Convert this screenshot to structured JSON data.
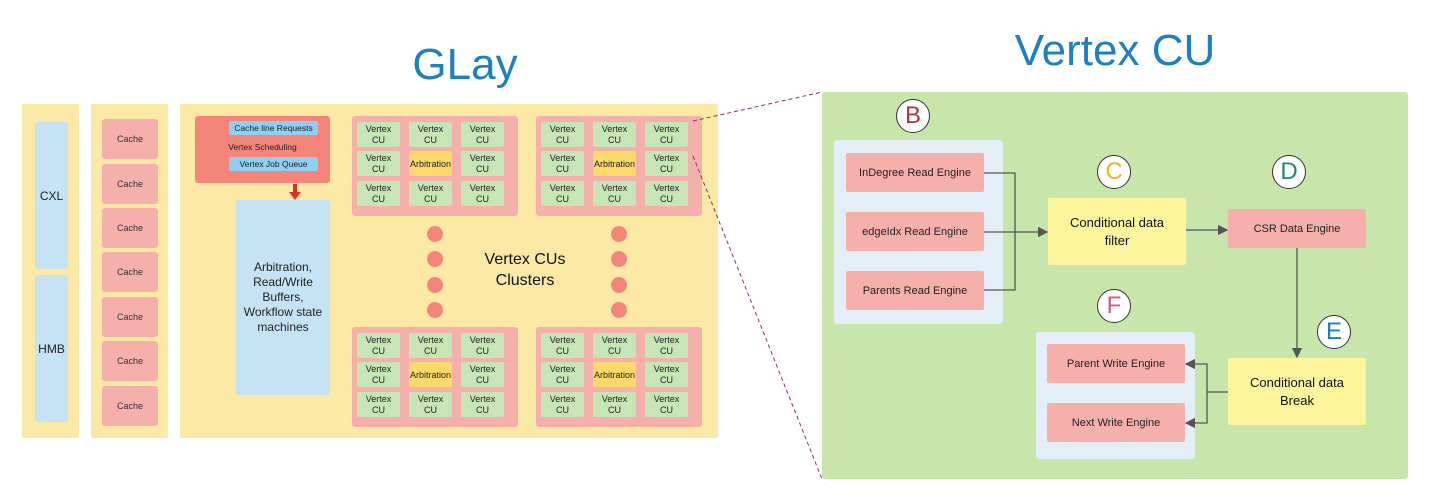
{
  "glay": {
    "title": "GLay",
    "memory": {
      "cxl": "CXL",
      "hmb": "HMB"
    },
    "caches": [
      "Cache",
      "Cache",
      "Cache",
      "Cache",
      "Cache",
      "Cache",
      "Cache"
    ],
    "scheduler": {
      "cache_line_requests": "Cache line Requests",
      "vertex_scheduling": "Vertex Scheduling",
      "vertex_job_queue": "Vertex Job Queue"
    },
    "arbitration_box": "Arbitration, Read/Write Buffers, Workflow state machines",
    "clusters_label": "Vertex CUs Clusters",
    "cu_label_line1": "Vertex",
    "cu_label_line2": "CU",
    "arbitration_label": "Arbitration"
  },
  "vertex_cu": {
    "title": "Vertex CU",
    "circle_b": "B",
    "circle_c": "C",
    "circle_d": "D",
    "circle_e": "E",
    "circle_f": "F",
    "indegree_engine": "InDegree Read Engine",
    "edgeidx_engine": "edgeIdx Read Engine",
    "parents_engine": "Parents Read Engine",
    "conditional_filter": "Conditional data filter",
    "csr_engine": "CSR Data Engine",
    "conditional_break": "Conditional data Break",
    "parent_write_engine": "Parent Write Engine",
    "next_write_engine": "Next Write Engine"
  },
  "colors": {
    "title": "#1f80bf",
    "circle_b": "#b0323a",
    "circle_c": "#e8b923",
    "circle_d": "#1f8a70",
    "circle_e": "#1f80bf",
    "circle_f": "#d05a8a",
    "green_panel": "#c8e6ac",
    "yellow_panel": "#fde9a6"
  }
}
